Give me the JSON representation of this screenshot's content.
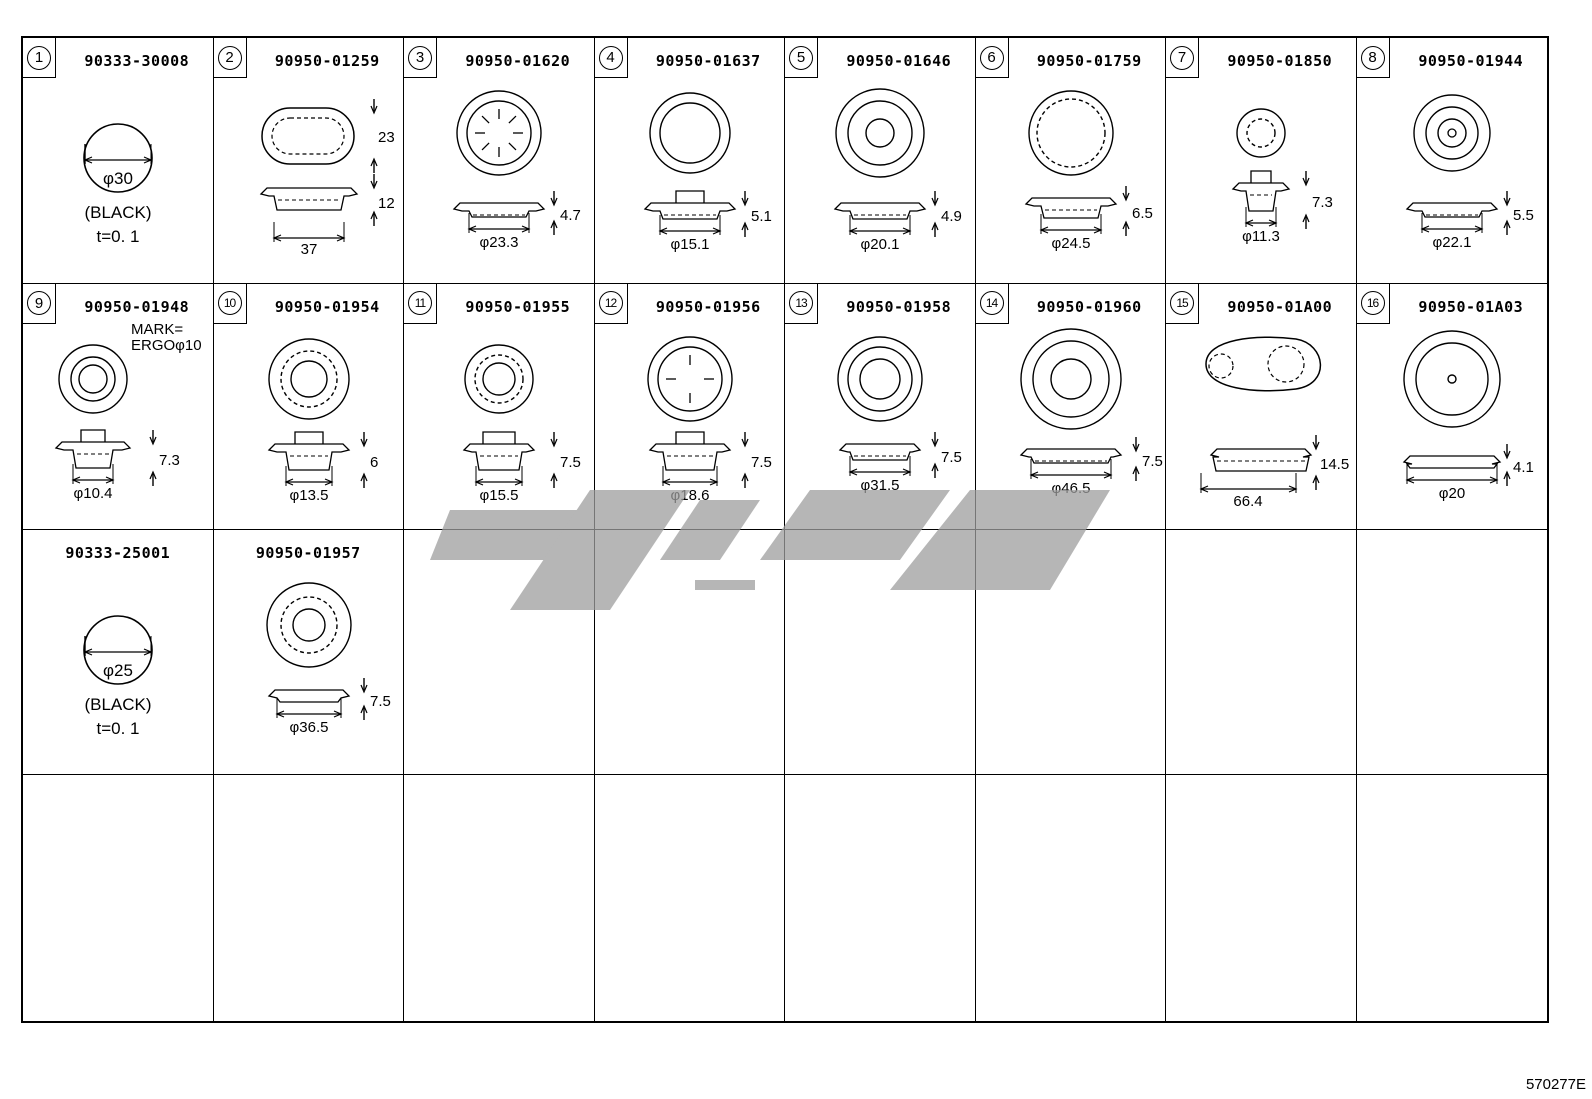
{
  "cells": [
    {
      "num": "1",
      "part": "90333-30008",
      "dia": "φ30",
      "note1": "(BLACK)",
      "note2": "t=0. 1"
    },
    {
      "num": "2",
      "part": "90950-01259",
      "d1": "23",
      "d2": "12",
      "d3": "37"
    },
    {
      "num": "3",
      "part": "90950-01620",
      "h": "4.7",
      "d": "φ23.3"
    },
    {
      "num": "4",
      "part": "90950-01637",
      "h": "5.1",
      "d": "φ15.1"
    },
    {
      "num": "5",
      "part": "90950-01646",
      "h": "4.9",
      "d": "φ20.1"
    },
    {
      "num": "6",
      "part": "90950-01759",
      "h": "6.5",
      "d": "φ24.5"
    },
    {
      "num": "7",
      "part": "90950-01850",
      "h": "7.3",
      "d": "φ11.3"
    },
    {
      "num": "8",
      "part": "90950-01944",
      "h": "5.5",
      "d": "φ22.1"
    },
    {
      "num": "9",
      "part": "90950-01948",
      "mark1": "MARK=",
      "mark2": "ERGOφ10",
      "h": "7.3",
      "d": "φ10.4"
    },
    {
      "num": "10",
      "part": "90950-01954",
      "h": "6",
      "d": "φ13.5"
    },
    {
      "num": "11",
      "part": "90950-01955",
      "h": "7.5",
      "d": "φ15.5"
    },
    {
      "num": "12",
      "part": "90950-01956",
      "h": "7.5",
      "d": "φ18.6"
    },
    {
      "num": "13",
      "part": "90950-01958",
      "h": "7.5",
      "d": "φ31.5"
    },
    {
      "num": "14",
      "part": "90950-01960",
      "h": "7.5",
      "d": "φ46.5"
    },
    {
      "num": "15",
      "part": "90950-01A00",
      "h": "14.5",
      "d": "66.4"
    },
    {
      "num": "16",
      "part": "90950-01A03",
      "h": "4.1",
      "d": "φ20"
    },
    {
      "num": "",
      "part": "90333-25001",
      "dia": "φ25",
      "note1": "(BLACK)",
      "note2": "t=0. 1"
    },
    {
      "num": "",
      "part": "90950-01957",
      "h": "7.5",
      "d": "φ36.5"
    }
  ],
  "footer": "570277E"
}
